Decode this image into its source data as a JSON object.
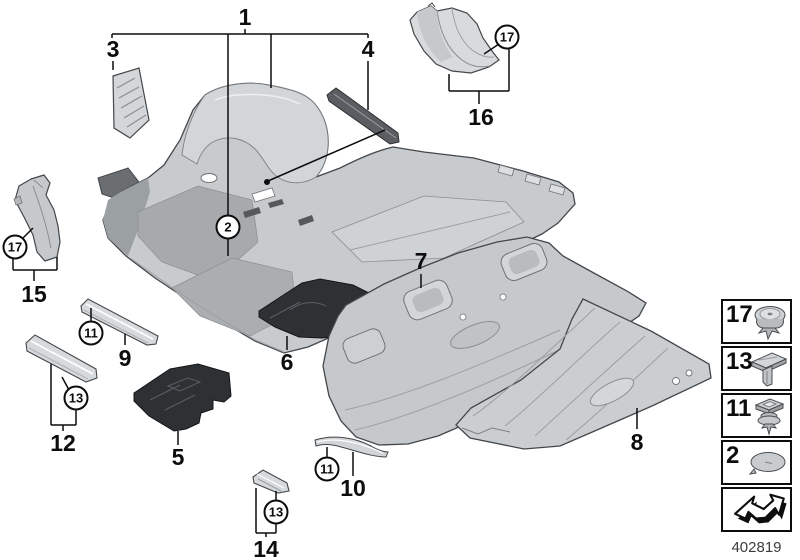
{
  "part_number": "402819",
  "callouts": {
    "c1": "1",
    "c2": "2",
    "c3": "3",
    "c4": "4",
    "c5": "5",
    "c6": "6",
    "c7": "7",
    "c8": "8",
    "c9": "9",
    "c10": "10",
    "c11": "11",
    "c12": "12",
    "c13": "13",
    "c14": "14",
    "c15": "15",
    "c16": "16",
    "c17": "17"
  },
  "legend": {
    "rows": [
      {
        "label": "17",
        "icon": "push-pin-clip-icon"
      },
      {
        "label": "13",
        "icon": "expansion-rivet-icon"
      },
      {
        "label": "11",
        "icon": "clip-with-nut-icon"
      },
      {
        "label": "2",
        "icon": "cover-cap-icon"
      },
      {
        "label": "",
        "icon": "direction-arrow-icon"
      }
    ]
  }
}
